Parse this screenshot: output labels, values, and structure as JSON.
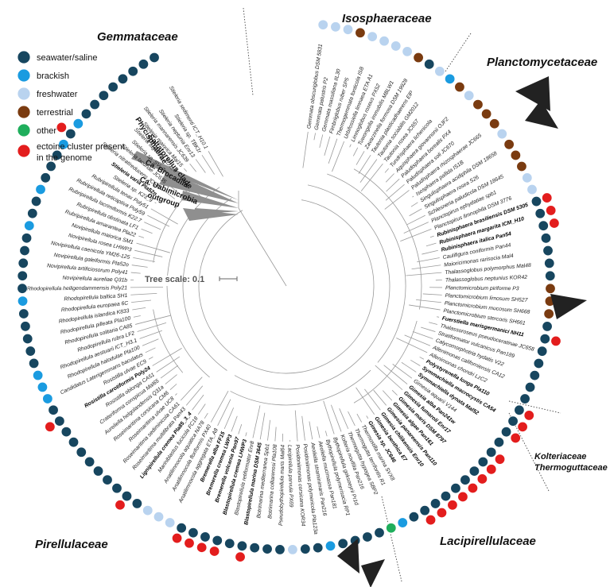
{
  "legend": {
    "items": [
      {
        "label": "seawater/saline",
        "color": "#17465f"
      },
      {
        "label": "brackish",
        "color": "#1a9be0"
      },
      {
        "label": "freshwater",
        "color": "#b9d3ef"
      },
      {
        "label": "terrestrial",
        "color": "#7a3b10"
      },
      {
        "label": "other",
        "color": "#1fae5c"
      },
      {
        "label": "ectoine cluster present in the genome",
        "color": "#e31d1d"
      }
    ]
  },
  "families": {
    "gemmataceae": "Gemmataceae",
    "isosphaeraceae": "Isosphaeraceae",
    "planctomycetaceae": "Planctomycetaceae",
    "pirellulaceae": "Pirellulaceae",
    "lacipirellulaceae": "Lacipirellulaceae",
    "kolteriaceae": "Kolteriaceae",
    "thermoguttaceae": "Thermoguttaceae"
  },
  "collapsed_clades": [
    "Phycisphaerae",
    "Saltatorellus clade",
    "Ca. Brocadiia",
    "Ca. Uabimicrobia",
    "outgroup"
  ],
  "scale": {
    "label": "Tree scale: 0.1"
  },
  "leaves": [
    {
      "name": "Gemmata obscuriglobus DSM 5831",
      "colors": [
        "#b9d3ef"
      ]
    },
    {
      "name": "Gemmata palustris P2",
      "colors": [
        "#b9d3ef"
      ]
    },
    {
      "name": "Gemmata massiliana IIL30",
      "colors": [
        "#b9d3ef"
      ]
    },
    {
      "name": "Fimbriiglobus ruber SP5",
      "colors": [
        "#7a3b10"
      ]
    },
    {
      "name": "Thermogemmata fonticola ISB",
      "colors": [
        "#b9d3ef"
      ]
    },
    {
      "name": "Urbifossiella limnaea ETA A1",
      "colors": [
        "#b9d3ef"
      ]
    },
    {
      "name": "Limnoglobus roseus PX52",
      "colors": [
        "#b9d3ef"
      ]
    },
    {
      "name": "Tuwongella immobilis MBLW1",
      "colors": [
        "#b9d3ef"
      ]
    },
    {
      "name": "Zavarzinella formosa DSM 19928",
      "colors": [
        "#7a3b10"
      ]
    },
    {
      "name": "Tautonia plasticadhaerens ElP",
      "colors": [
        "#17465f"
      ]
    },
    {
      "name": "Tautonia sociabilis GM2012",
      "colors": [
        "#b9d3ef"
      ]
    },
    {
      "name": "Tautonia rosea JC657",
      "colors": [
        "#1a9be0"
      ]
    },
    {
      "name": "Tundrisphaera lichenicola",
      "colors": [
        "#7a3b10"
      ]
    },
    {
      "name": "Aquisphaera giovannonii OJF2",
      "colors": [
        "#b9d3ef"
      ]
    },
    {
      "name": "Paludisphaera borealis PX4",
      "colors": [
        "#7a3b10"
      ]
    },
    {
      "name": "Paludisphaera soli JC670",
      "colors": [
        "#7a3b10"
      ]
    },
    {
      "name": "Paludisphaera rhizosphaerae JC665",
      "colors": [
        "#7a3b10"
      ]
    },
    {
      "name": "Isosphaera pallida IS1B",
      "colors": [
        "#b9d3ef"
      ]
    },
    {
      "name": "Singulisphaera acidiphila DSM 18658",
      "colors": [
        "#7a3b10"
      ]
    },
    {
      "name": "Singulisphaera rosea S26",
      "colors": [
        "#7a3b10"
      ]
    },
    {
      "name": "Schlesneria paludicola DSM 18645",
      "colors": [
        "#7a3b10"
      ]
    },
    {
      "name": "Planctopirus ephydatiae spb1",
      "colors": [
        "#b9d3ef"
      ]
    },
    {
      "name": "Planctopirus limnophila DSM 3776",
      "colors": [
        "#b9d3ef"
      ]
    },
    {
      "name": "Rubinisphaera brasiliensis DSM 5305",
      "colors": [
        "#17465f",
        "#e31d1d"
      ]
    },
    {
      "name": "Rubinisphaera margarita ICM_H10",
      "colors": [
        "#17465f",
        "#e31d1d"
      ]
    },
    {
      "name": "Rubinisphaera italica Pan54",
      "colors": [
        "#17465f",
        "#e31d1d"
      ]
    },
    {
      "name": "Caulifigura coniformis Pan44",
      "colors": [
        "#17465f"
      ]
    },
    {
      "name": "Maioricimonas rarisocia Mal4",
      "colors": [
        "#17465f"
      ]
    },
    {
      "name": "Thalassoglobus polymorphus Mal48",
      "colors": [
        "#17465f"
      ]
    },
    {
      "name": "Thalassoglobus neptunius KOR42",
      "colors": [
        "#17465f"
      ]
    },
    {
      "name": "Planctomicrobium piriforme P3",
      "colors": [
        "#7a3b10"
      ]
    },
    {
      "name": "Planctomicrobium limosum SH527",
      "colors": [
        "#7a3b10"
      ]
    },
    {
      "name": "Planctomicrobium mucosum SH668",
      "colors": [
        "#7a3b10"
      ]
    },
    {
      "name": "Planctomicrobium stercoris SH661",
      "colors": [
        "#17465f"
      ]
    },
    {
      "name": "Fuerstiella marisgermanici NH11",
      "colors": [
        "#17465f",
        "#e31d1d"
      ]
    },
    {
      "name": "Thalassoroseus pseudoceratinae JC658",
      "colors": [
        "#17465f"
      ]
    },
    {
      "name": "Stratiformator vulcanicus Pan189",
      "colors": [
        "#17465f"
      ]
    },
    {
      "name": "Calycomorphotria hydatis V22",
      "colors": [
        "#17465f"
      ]
    },
    {
      "name": "Allenimonas californiensis CA12",
      "colors": [
        "#17465f"
      ]
    },
    {
      "name": "Allenimonas chondri LzC2",
      "colors": [
        "#17465f"
      ]
    },
    {
      "name": "Polystyrenella longa Pla110",
      "colors": [
        "#17465f",
        "#e31d1d"
      ]
    },
    {
      "name": "Symmachiella macrocystis CA54",
      "colors": [
        "#17465f",
        "#e31d1d"
      ]
    },
    {
      "name": "Symmachiella dynata Mal52",
      "colors": [
        "#17465f",
        "#e31d1d"
      ]
    },
    {
      "name": "Gimesia aquarii V144",
      "colors": [
        "#17465f"
      ]
    },
    {
      "name": "Gimesia alba Pan241w",
      "colors": [
        "#17465f",
        "#e31d1d"
      ]
    },
    {
      "name": "Gimesia fumaroli Enr17",
      "colors": [
        "#17465f",
        "#e31d1d"
      ]
    },
    {
      "name": "Gimesia maris DSM 8797",
      "colors": [
        "#17465f",
        "#e31d1d"
      ]
    },
    {
      "name": "Gimesia algae Pan161",
      "colors": [
        "#17465f",
        "#e31d1d"
      ]
    },
    {
      "name": "Gimesia panareensis Pan110",
      "colors": [
        "#17465f",
        "#e31d1d"
      ]
    },
    {
      "name": "Gimesia chilikensis Enr10",
      "colors": [
        "#17465f",
        "#e31d1d"
      ]
    },
    {
      "name": "Gimesia benthica E7",
      "colors": [
        "#17465f",
        "#e31d1d"
      ]
    },
    {
      "name": "Gimesia sp. JC646",
      "colors": [
        "#17465f",
        "#e31d1d"
      ]
    },
    {
      "name": "Thermostilla marina SVX8",
      "colors": [
        "#17465f"
      ]
    },
    {
      "name": "Thermogutta terrifontis R1",
      "colors": [
        "#1a9be0"
      ]
    },
    {
      "name": "Thermogutta hypogea SBP2",
      "colors": [
        "#1fae5c"
      ]
    },
    {
      "name": "Kolteria novifilia Pan216",
      "colors": [
        "#17465f"
      ]
    },
    {
      "name": "Bythopirellula goksoeyrii Pr1d",
      "colors": [
        "#17465f"
      ]
    },
    {
      "name": "Bythopirellula polymerisocia RP1",
      "colors": [
        "#17465f"
      ]
    },
    {
      "name": "Aeoliella mucimassa Pan181",
      "colors": [
        "#17465f"
      ]
    },
    {
      "name": "Aeoliella straminimaris Pan216",
      "colors": [
        "#1a9be0"
      ]
    },
    {
      "name": "Posidoniimonas polymericola Pla123a",
      "colors": [
        "#17465f"
      ]
    },
    {
      "name": "Posidoniimonas corsicana KOR34",
      "colors": [
        "#17465f"
      ]
    },
    {
      "name": "Lacipirellula parvula PX69",
      "colors": [
        "#b9d3ef"
      ]
    },
    {
      "name": "Pseudobythopirellula maris Mal64",
      "colors": [
        "#17465f"
      ]
    },
    {
      "name": "Botrimarina colliarenosi Pla108",
      "colors": [
        "#17465f"
      ]
    },
    {
      "name": "Botrimarina mediterranea Spb1",
      "colors": [
        "#17465f"
      ]
    },
    {
      "name": "Blastopirellula marina DSM 3645",
      "colors": [
        "#17465f",
        "#e31d1d"
      ]
    },
    {
      "name": "Blastopirellula retiformator Enr8",
      "colors": [
        "#17465f"
      ]
    },
    {
      "name": "Blastopirellula cremea LHWP3",
      "colors": [
        "#17465f",
        "#e31d1d"
      ]
    },
    {
      "name": "Bremerella volcania Pan97",
      "colors": [
        "#17465f",
        "#e31d1d"
      ]
    },
    {
      "name": "Bremerella cremea LWP3",
      "colors": [
        "#17465f",
        "#e31d1d"
      ]
    },
    {
      "name": "Bremerella alba FF15",
      "colors": [
        "#17465f",
        "#e31d1d"
      ]
    },
    {
      "name": "Anatilimnocola aggregata ETA_A8",
      "colors": [
        "#b9d3ef"
      ]
    },
    {
      "name": "Anatilimnocola floriformis PX40",
      "colors": [
        "#b9d3ef"
      ]
    },
    {
      "name": "Anatilimnocola aquatica NA78",
      "colors": [
        "#b9d3ef"
      ]
    },
    {
      "name": "Mariniblastus fucicola FC18",
      "colors": [
        "#17465f"
      ]
    },
    {
      "name": "Lignipirellula cremea Pla85_3_4",
      "colors": [
        "#17465f",
        "#e31d1d"
      ]
    },
    {
      "name": "Roseimaritima multifibrata Pan43",
      "colors": [
        "#17465f"
      ]
    },
    {
      "name": "Roseimaritima sediminicola CA61",
      "colors": [
        "#17465f"
      ]
    },
    {
      "name": "Roseimaritima ulvae UC8",
      "colors": [
        "#17465f"
      ]
    },
    {
      "name": "Roseimaritima corsicana CM6",
      "colors": [
        "#17465f"
      ]
    },
    {
      "name": "Aureliella helgolandensis Q31a",
      "colors": [
        "#17465f"
      ]
    },
    {
      "name": "Crateriforma conspicua Mal65",
      "colors": [
        "#17465f"
      ]
    },
    {
      "name": "Rosistilla oblonga CA51",
      "colors": [
        "#17465f"
      ]
    },
    {
      "name": "Rosistilla carotiformis Poly24",
      "colors": [
        "#17465f",
        "#e31d1d"
      ]
    },
    {
      "name": "Rosistilla ulvae EC9",
      "colors": [
        "#17465f"
      ]
    },
    {
      "name": "Candidatus Laterigemmans baculatus",
      "colors": [
        "#1a9be0"
      ]
    },
    {
      "name": "Rhodopirellula halodulae Pla100",
      "colors": [
        "#1a9be0"
      ]
    },
    {
      "name": "Rhodopirellula aestuarii ICT_H3.1",
      "colors": [
        "#1a9be0"
      ]
    },
    {
      "name": "Rhodopirellula rubra LF2",
      "colors": [
        "#17465f"
      ]
    },
    {
      "name": "Rhodopirellula solitaria CA85",
      "colors": [
        "#17465f"
      ]
    },
    {
      "name": "Rhodopirellula pilleata Pla100",
      "colors": [
        "#17465f"
      ]
    },
    {
      "name": "Rhodopirellula islandica K833",
      "colors": [
        "#17465f"
      ]
    },
    {
      "name": "Rhodopirellula europaea 6C",
      "colors": [
        "#17465f"
      ]
    },
    {
      "name": "Rhodopirellula baltica SH1",
      "colors": [
        "#1a9be0"
      ]
    },
    {
      "name": "Rhodopirellula heiligendammensis Poly21",
      "colors": [
        "#17465f"
      ]
    },
    {
      "name": "Novipirellula aureliae Q31b",
      "colors": [
        "#17465f"
      ]
    },
    {
      "name": "Novipirellula artificiosorum Poly41",
      "colors": [
        "#17465f"
      ]
    },
    {
      "name": "Novipirellula galeiformis Pla52o",
      "colors": [
        "#17465f"
      ]
    },
    {
      "name": "Novipirellula caenicola YM26-125",
      "colors": [
        "#17465f"
      ]
    },
    {
      "name": "Novipirellula rosea LHWP3",
      "colors": [
        "#1a9be0"
      ]
    },
    {
      "name": "Novipirellula maiorica SM1",
      "colors": [
        "#17465f"
      ]
    },
    {
      "name": "Rubripirellula amarantea Pla22",
      "colors": [
        "#17465f"
      ]
    },
    {
      "name": "Rubripirellula obstinata LF1",
      "colors": [
        "#1a9be0"
      ]
    },
    {
      "name": "Rubripirellula lacrimiformis K22.7",
      "colors": [
        "#17465f"
      ]
    },
    {
      "name": "Rubripirellula reticaptiva Poly59",
      "colors": [
        "#17465f"
      ]
    },
    {
      "name": "Rubripirellula tenax Poly51",
      "colors": [
        "#17465f"
      ]
    },
    {
      "name": "Stieleria sp. K23_9",
      "colors": [
        "#1a9be0"
      ]
    },
    {
      "name": "Stieleria varia Pla52n",
      "colors": [
        "#17465f",
        "#e31d1d"
      ]
    },
    {
      "name": "Stieleria nitratireducens JC645",
      "colors": [
        "#1a9be0"
      ]
    },
    {
      "name": "Stieleria lacunae JC635",
      "colors": [
        "#17465f"
      ]
    },
    {
      "name": "Stieleria sp. SV_7m_r",
      "colors": [
        "#17465f"
      ]
    },
    {
      "name": "Stieleria tagensis TO1_6",
      "colors": [
        "#17465f"
      ]
    },
    {
      "name": "Stieleria maiorica Mal15",
      "colors": [
        "#17465f"
      ]
    },
    {
      "name": "Stieleria mannarensis JC639",
      "colors": [
        "#17465f"
      ]
    },
    {
      "name": "Stieleria neptunia Enr13",
      "colors": [
        "#17465f"
      ]
    },
    {
      "name": "Stieleria sp. TBK1r",
      "colors": [
        "#17465f"
      ]
    },
    {
      "name": "Stieleria sedimenti ICT_H10.1",
      "colors": [
        "#17465f"
      ]
    }
  ]
}
